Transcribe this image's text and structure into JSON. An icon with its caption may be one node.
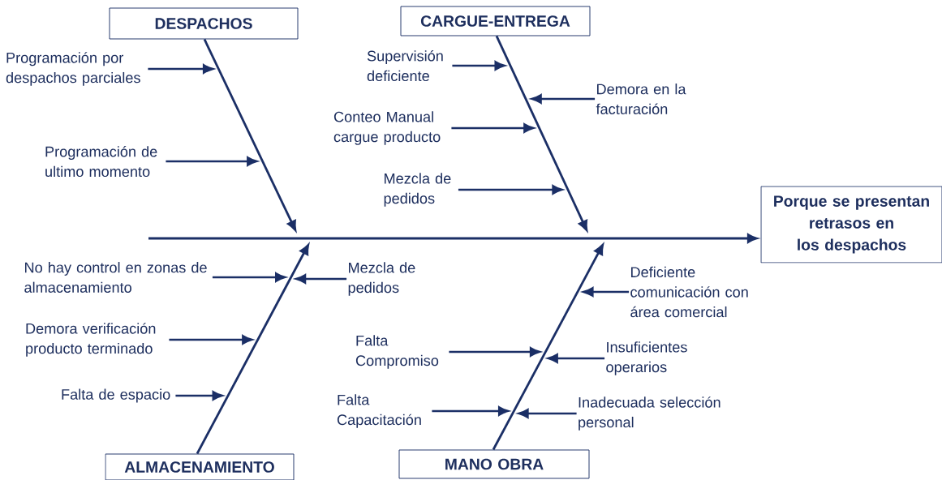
{
  "diagram": {
    "nodes": [
      {
        "text": [
          "DESPACHOS"
        ]
      },
      {
        "text": [
          "CARGUE-ENTREGA"
        ]
      },
      {
        "text": [
          "Porque se presentan retrasos en los despachos"
        ]
      },
      {
        "text": [
          "ALMACENAMIENTO"
        ]
      },
      {
        "text": [
          "MANO OBRA"
        ]
      },
      {
        "text": [
          "Programación por despachos parciales"
        ]
      },
      {
        "text": [
          "Programación de ultimo momento"
        ]
      },
      {
        "text": [
          "Supervisión deficiente"
        ]
      },
      {
        "text": [
          "Demora en la facturación"
        ]
      },
      {
        "text": [
          "Conteo Manual cargue producto"
        ]
      },
      {
        "text": [
          "Mezcla de pedidos"
        ]
      },
      {
        "text": [
          "No hay control en zonas de almacenamiento"
        ]
      },
      {
        "text": [
          "Mezcla de pedidos"
        ]
      },
      {
        "text": [
          "Demora verificación producto terminado"
        ]
      },
      {
        "text": [
          "Falta de espacio"
        ]
      },
      {
        "text": [
          "Deficiente comunicación con área comercial"
        ]
      },
      {
        "text": [
          "Falta Compromiso"
        ]
      },
      {
        "text": [
          "Insuficientes operarios"
        ]
      },
      {
        "text": [
          "Falta Capacitación"
        ]
      },
      {
        "text": [
          "Inadecuada selección personal"
        ]
      }
    ],
    "edges": [
      {
        "from": null,
        "to": 2,
        "arrow": "to"
      },
      {
        "from": 0,
        "to": null,
        "arrow": "to"
      },
      {
        "from": 1,
        "to": null,
        "arrow": "to"
      },
      {
        "from": 3,
        "to": null,
        "arrow": "to"
      },
      {
        "from": 4,
        "to": null,
        "arrow": "to"
      },
      {
        "from": 5,
        "to": null,
        "arrow": "to"
      },
      {
        "from": 6,
        "to": null,
        "arrow": "to"
      },
      {
        "from": 7,
        "to": null,
        "arrow": "to"
      },
      {
        "from": 8,
        "to": null,
        "arrow": "to"
      },
      {
        "from": 9,
        "to": null,
        "arrow": "to"
      },
      {
        "from": 10,
        "to": null,
        "arrow": "to"
      },
      {
        "from": 11,
        "to": null,
        "arrow": "to"
      },
      {
        "from": 12,
        "to": null,
        "arrow": "to"
      },
      {
        "from": 13,
        "to": null,
        "arrow": "to"
      },
      {
        "from": 14,
        "to": null,
        "arrow": "to"
      },
      {
        "from": 15,
        "to": null,
        "arrow": "to"
      },
      {
        "from": 16,
        "to": null,
        "arrow": "to"
      },
      {
        "from": 17,
        "to": null,
        "arrow": "to"
      },
      {
        "from": 18,
        "to": null,
        "arrow": "to"
      },
      {
        "from": 19,
        "to": null,
        "arrow": "to"
      }
    ]
  }
}
